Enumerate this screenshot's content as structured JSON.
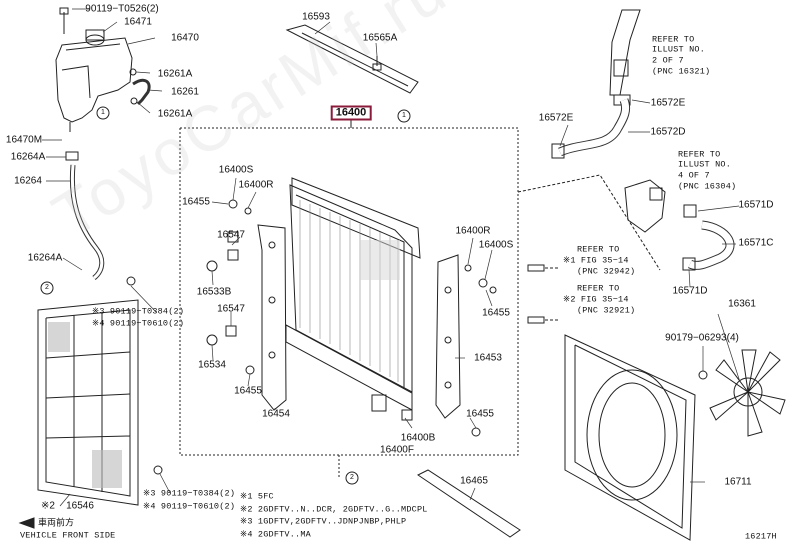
{
  "diagram": {
    "boxed_part": "16400",
    "watermark": "ToyoCarMif.ru",
    "drawing_number": "16217H",
    "parts": {
      "p90119_t0526": "90119−T0526(2)",
      "p16471": "16471",
      "p16470": "16470",
      "p16261a_1": "16261A",
      "p16261": "16261",
      "p16261a_2": "16261A",
      "p16470m": "16470M",
      "p16264a": "16264A",
      "p16264": "16264",
      "p16264a_2": "16264A",
      "p16593": "16593",
      "p16565a": "16565A",
      "p16400s_1": "16400S",
      "p16400r_1": "16400R",
      "p16455_1": "16455",
      "p16547_1": "16547",
      "p16533b": "16533B",
      "p16547_2": "16547",
      "p16534": "16534",
      "p16455_2": "16455",
      "p16454": "16454",
      "p16400r_2": "16400R",
      "p16400s_2": "16400S",
      "p16455_3": "16455",
      "p16453": "16453",
      "p16455_4": "16455",
      "p16400b": "16400B",
      "p16400f": "16400F",
      "p16572e_1": "16572E",
      "p16572e_2": "16572E",
      "p16572d": "16572D",
      "p16571d_1": "16571D",
      "p16571c": "16571C",
      "p16571d_2": "16571D",
      "p16361": "16361",
      "p90179": "90179−06293(4)",
      "p16711": "16711",
      "p16465": "16465",
      "p16546": "16546"
    },
    "bolt_notes": {
      "n1": "※3 90119−T0384(2)",
      "n2": "※4 90119−T0610(2)",
      "n3": "※3 90119−T0384(2)",
      "n4": "※4 90119−T0610(2)"
    },
    "refs": {
      "ref1_l1": "REFER TO",
      "ref1_l2": "ILLUST NO.",
      "ref1_l3": "2 OF 7",
      "ref1_l4": "(PNC 16321)",
      "ref2_l1": "REFER TO",
      "ref2_l2": "ILLUST NO.",
      "ref2_l3": "4 OF 7",
      "ref2_l4": "(PNC 16304)",
      "ref3_l1": "REFER TO",
      "ref3_l2": "※1 FIG 35−14",
      "ref3_l3": "(PNC 32942)",
      "ref4_l1": "REFER TO",
      "ref4_l2": "※2 FIG 35−14",
      "ref4_l3": "(PNC 32921)"
    },
    "callouts": {
      "c1a": "1",
      "c1b": "1",
      "c2a": "2",
      "c2b": "2"
    },
    "footnotes": {
      "f1": "※1 5FC",
      "f2": "※2 2GDFTV..N..DCR, 2GDFTV..G..MDCPL",
      "f3": "※3 1GDFTV,2GDFTV..JDNPJNBP,PHLP",
      "f4": "※4 2GDFTV..MA",
      "vehicle_jp": "車両前方",
      "vehicle_en": "VEHICLE FRONT SIDE",
      "mark_1": "※1",
      "mark_2": "※2"
    }
  }
}
